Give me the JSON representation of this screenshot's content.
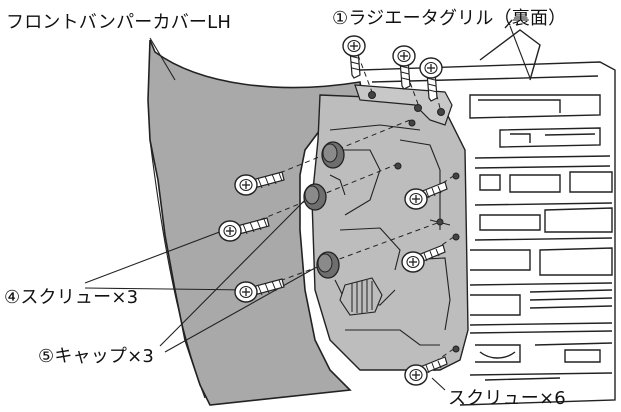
{
  "labels": {
    "front_bumper_cover": "フロントバンパーカバーLH",
    "radiator_grille": "①ラジエータグリル（裏面）",
    "screw_x3": "④スクリュー×3",
    "cap_x3": "⑤キャップ×3",
    "screw_x6": "スクリュー×6"
  },
  "colors": {
    "cover_fill": "#a9a9a9",
    "cover_stroke": "#222222",
    "bracket_fill": "#bdbdbd",
    "line": "#222222",
    "cap_fill": "#6e6e6e",
    "screw_fill": "#ffffff"
  }
}
